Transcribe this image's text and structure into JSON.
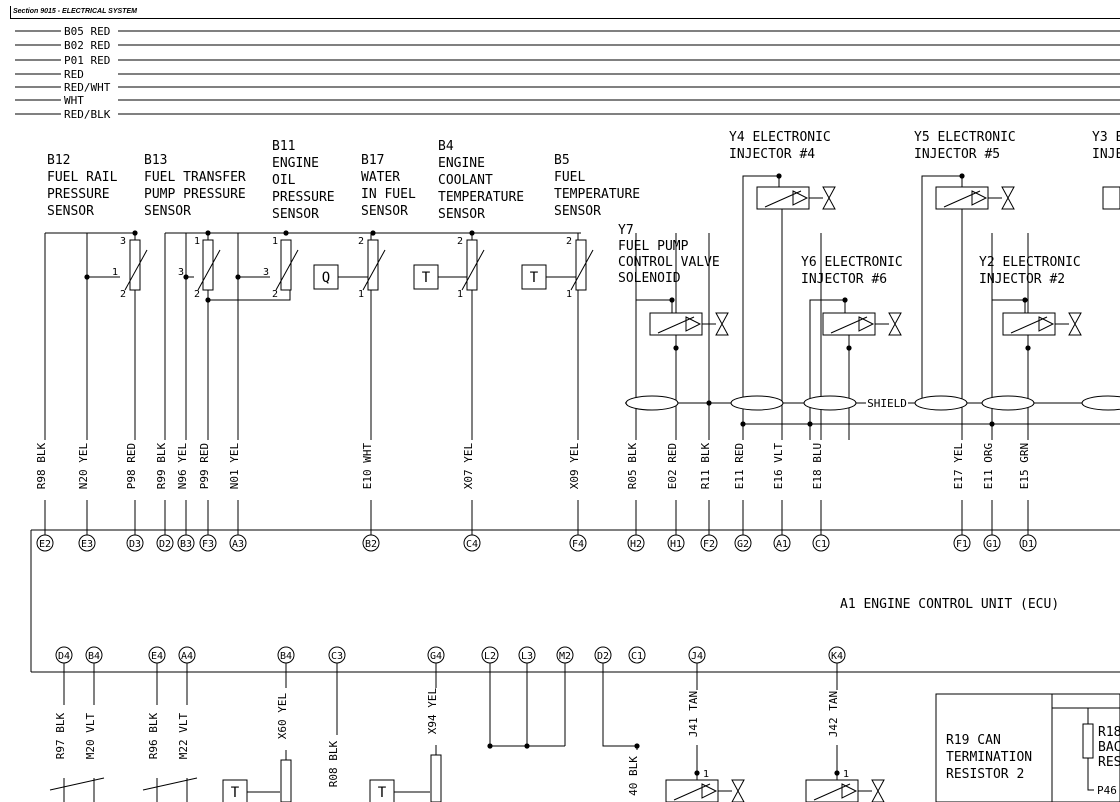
{
  "section_title": "Section 9015 - ELECTRICAL SYSTEM",
  "bus_wires": [
    "B05 RED",
    "B02 RED",
    "P01 RED",
    "RED",
    "RED/WHT",
    "WHT",
    "RED/BLK"
  ],
  "components": [
    {
      "id": "b12",
      "lines": [
        "B12",
        "FUEL RAIL",
        "PRESSURE",
        "SENSOR"
      ]
    },
    {
      "id": "b13",
      "lines": [
        "B13",
        "FUEL TRANSFER",
        "PUMP PRESSURE",
        "SENSOR"
      ]
    },
    {
      "id": "b11",
      "lines": [
        "B11",
        "ENGINE",
        "OIL",
        "PRESSURE",
        "SENSOR"
      ]
    },
    {
      "id": "b17",
      "lines": [
        "B17",
        "WATER",
        "IN FUEL",
        "SENSOR"
      ]
    },
    {
      "id": "b4",
      "lines": [
        "B4",
        "ENGINE",
        "COOLANT",
        "TEMPERATURE",
        "SENSOR"
      ]
    },
    {
      "id": "b5",
      "lines": [
        "B5",
        "FUEL",
        "TEMPERATURE",
        "SENSOR"
      ]
    },
    {
      "id": "y7",
      "lines": [
        "Y7",
        "FUEL PUMP",
        "CONTROL VALVE",
        "SOLENOID"
      ]
    },
    {
      "id": "y4",
      "lines": [
        "Y4 ELECTRONIC",
        "INJECTOR #4"
      ]
    },
    {
      "id": "y5",
      "lines": [
        "Y5 ELECTRONIC",
        "INJECTOR #5"
      ]
    },
    {
      "id": "y3",
      "lines": [
        "Y3 E",
        "INJE"
      ]
    },
    {
      "id": "y6",
      "lines": [
        "Y6 ELECTRONIC",
        "INJECTOR #6"
      ]
    },
    {
      "id": "y2",
      "lines": [
        "Y2 ELECTRONIC",
        "INJECTOR #2"
      ]
    },
    {
      "id": "r19",
      "lines": [
        "R19 CAN",
        "TERMINATION",
        "RESISTOR 2"
      ]
    },
    {
      "id": "r18",
      "lines": [
        "R18",
        "BAC",
        "RES"
      ]
    }
  ],
  "ecu_label": "A1 ENGINE CONTROL UNIT (ECU)",
  "shield_label": "SHIELD",
  "top_wires": [
    "R98 BLK",
    "N20 YEL",
    "P98 RED",
    "R99 BLK",
    "N96 YEL",
    "P99 RED",
    "N01 YEL",
    "E10 WHT",
    "X07 YEL",
    "X09 YEL",
    "R05 BLK",
    "E02 RED",
    "R11 BLK",
    "E11 RED",
    "E16 VLT",
    "E18 BLU",
    "E17 YEL",
    "E11 ORG",
    "E15 GRN"
  ],
  "top_pins": [
    "E2",
    "E3",
    "D3",
    "D2",
    "B3",
    "F3",
    "A3",
    "B2",
    "C4",
    "F4",
    "H2",
    "H1",
    "F2",
    "G2",
    "A1",
    "C1",
    "F1",
    "G1",
    "D1"
  ],
  "bottom_pins": [
    "D4",
    "B4",
    "E4",
    "A4",
    "B4",
    "C3",
    "G4",
    "L2",
    "L3",
    "M2",
    "D2",
    "C1",
    "J4",
    "K4"
  ],
  "bottom_wires": [
    "R97 BLK",
    "M20 VLT",
    "R96 BLK",
    "M22 VLT",
    "X60 YEL",
    "R08 BLK",
    "X94 YEL",
    "40 BLK",
    "J41 TAN",
    "J42 TAN"
  ],
  "pin_numbers": [
    "1",
    "2",
    "3"
  ],
  "symbols": {
    "q": "Q",
    "t": "T"
  },
  "connector_tag": "P46"
}
